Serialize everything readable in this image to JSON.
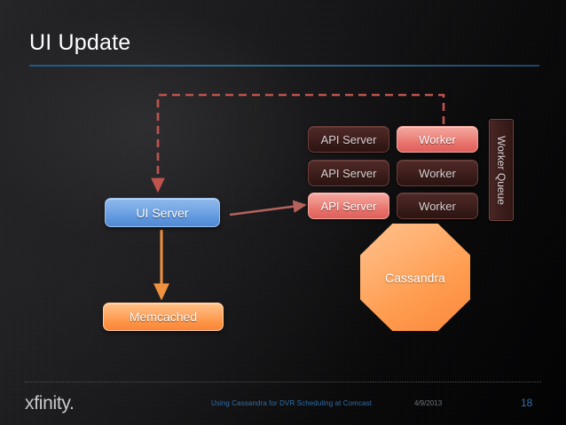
{
  "slide": {
    "title": "UI Update",
    "accent_blue": "#2a6e9e",
    "accent_red": "#c0534e",
    "accent_orange": "#f9853a"
  },
  "diagram": {
    "ui_server": {
      "label": "UI Server",
      "color": "#5f96dd"
    },
    "memcached": {
      "label": "Memcached",
      "color": "#fd9546"
    },
    "cassandra": {
      "label": "Cassandra",
      "color": "#ff9c4f"
    },
    "worker_queue": {
      "label": "Worker Queue",
      "color": "#3e1f1d"
    },
    "api_servers": [
      {
        "label": "API Server",
        "state": "idle"
      },
      {
        "label": "API Server",
        "state": "idle"
      },
      {
        "label": "API Server",
        "state": "active"
      }
    ],
    "workers": [
      {
        "label": "Worker",
        "state": "active"
      },
      {
        "label": "Worker",
        "state": "idle"
      },
      {
        "label": "Worker",
        "state": "idle"
      }
    ],
    "edges": [
      {
        "name": "ui-server-to-api-server",
        "style": "solid",
        "color": "#b5625c"
      },
      {
        "name": "ui-server-to-memcached",
        "style": "solid",
        "color": "#f0913f"
      },
      {
        "name": "worker-to-ui-server-callback",
        "style": "dashed",
        "color": "#c0534e"
      }
    ]
  },
  "footer": {
    "brand": "xfinity",
    "brand_dot": ".",
    "deck_title": "Using Cassandra for DVR Scheduling at Comcast",
    "date": "4/9/2013",
    "page_number": "18"
  }
}
